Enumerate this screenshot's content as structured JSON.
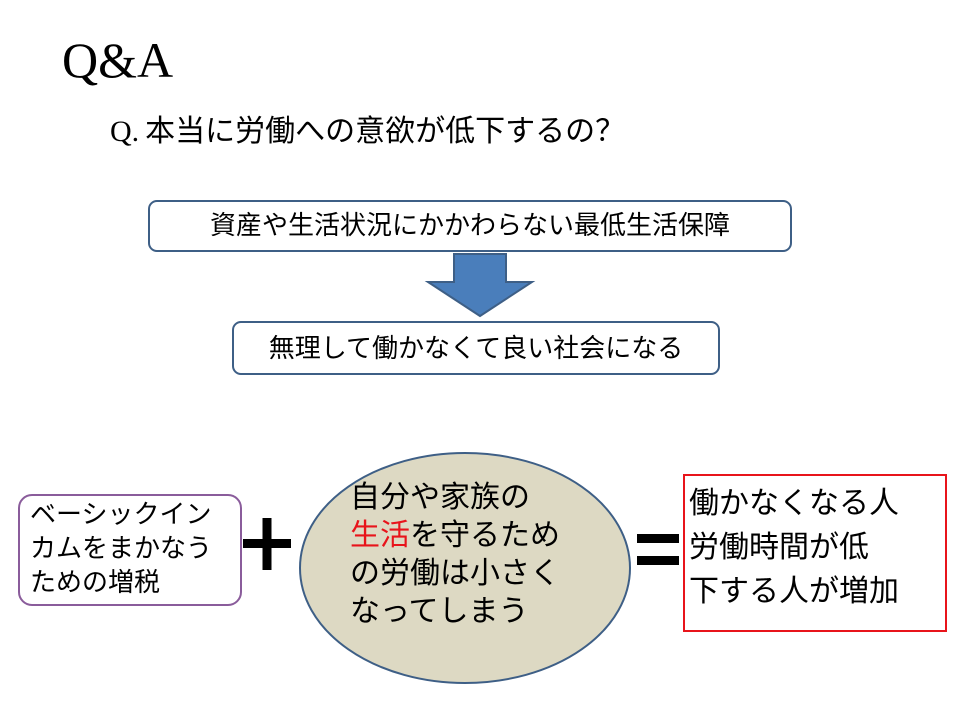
{
  "title": "Q&A",
  "question": {
    "mark": "Q.",
    "text": "本当に労働への意欲が低下するの？"
  },
  "flow": {
    "top_box": "資産や生活状況にかかわらない最低生活保障",
    "bottom_box": "無理して働かなくて良い社会になる"
  },
  "equation": {
    "left_box": [
      "ベーシックイン",
      "カムをまかなう",
      "ための増税"
    ],
    "operator_plus": "+",
    "middle": {
      "line1": "自分や家族の",
      "line2_highlight": "生活",
      "line2_rest": "を守るため",
      "line3": "の労働は小さく",
      "line4": "なってしまう"
    },
    "operator_equals": "=",
    "result": [
      "働かなくなる人",
      "労働時間が低",
      "下する人が増加"
    ]
  },
  "colors": {
    "flow_box_border": "#3e5f86",
    "arrow_fill": "#4a7ebb",
    "left_box_border": "#8a5c9b",
    "ellipse_fill": "#ddd9c3",
    "ellipse_border": "#3e5f86",
    "highlight": "#e8141b",
    "result_border": "#e8141b"
  }
}
